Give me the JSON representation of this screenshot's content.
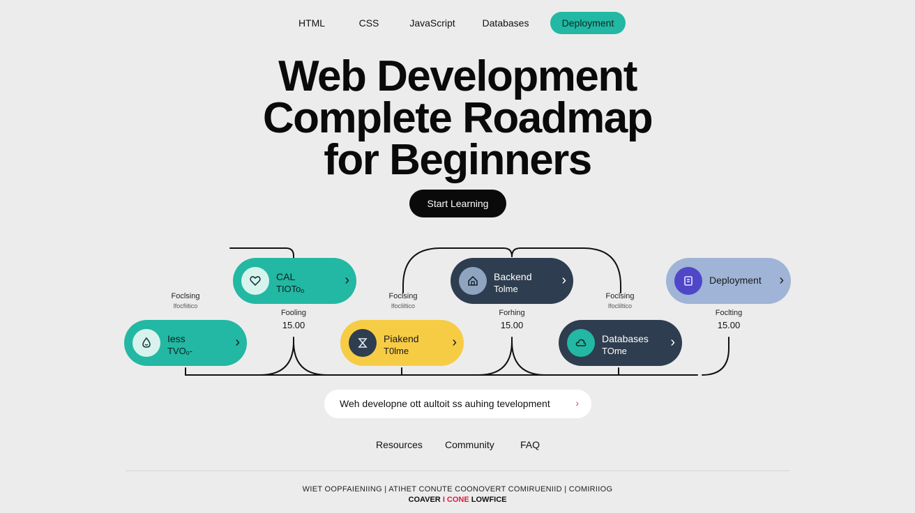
{
  "nav": {
    "items": [
      "HTML",
      "CSS",
      "JavaScript",
      "Databases",
      "Deployment"
    ],
    "active": "Deployment"
  },
  "hero": {
    "title_lines": [
      "Web Development",
      "Complete Roadmap",
      "for Beginners"
    ],
    "cta": "Start Learning"
  },
  "roadmap": {
    "nodes": [
      {
        "line1": "CAL",
        "line2": "TIOToₒ",
        "icon": "heart-icon",
        "color": "teal"
      },
      {
        "line1": "Iess",
        "line2": "TVOₒ-",
        "icon": "drop-icon",
        "color": "teal"
      },
      {
        "line1": "Backend",
        "line2": "Tolme",
        "icon": "home-icon",
        "color": "slate"
      },
      {
        "line1": "Piakend",
        "line2": "T0lme",
        "icon": "hourglass-icon",
        "color": "yellow"
      },
      {
        "line1": "Deployment",
        "line2": "",
        "icon": "document-icon",
        "color": "blue"
      },
      {
        "line1": "Databases",
        "line2": "TOme",
        "icon": "cloud-icon",
        "color": "slate"
      }
    ],
    "labels": {
      "l1_title": "Foclsing",
      "l1_sub": "lfocfiitico",
      "l2_title": "Foclsing",
      "l2_sub": "lfocliltico",
      "l3_title": "Foclsing",
      "l3_sub": "lfocliltico",
      "n1_title": "Fooling",
      "n1_value": "15.00",
      "n2_title": "Forhing",
      "n2_value": "15.00",
      "n3_title": "Foclting",
      "n3_value": "15.00"
    },
    "chevron": "›"
  },
  "search": {
    "text": "Weh developne ott aultoit ss auhing tevelopment",
    "arrow": "›",
    "accent_color": "#d83a8e"
  },
  "footer": {
    "links": [
      "Resources",
      "Community",
      "FAQ"
    ],
    "copyright_line1": "WIET OOPFAIENIING | ATIHET CONUTE COONOVERT COMIRUENIID | COMIRIIOG",
    "copyright_line2_a": "COAVER",
    "copyright_line2_b": "I CONE",
    "copyright_line2_c": "LOWFICE"
  },
  "colors": {
    "accent": "#22b8a3",
    "slate": "#2e3d4f",
    "yellow": "#f7cc45",
    "blue": "#9fb4d6",
    "background": "#ececec"
  }
}
